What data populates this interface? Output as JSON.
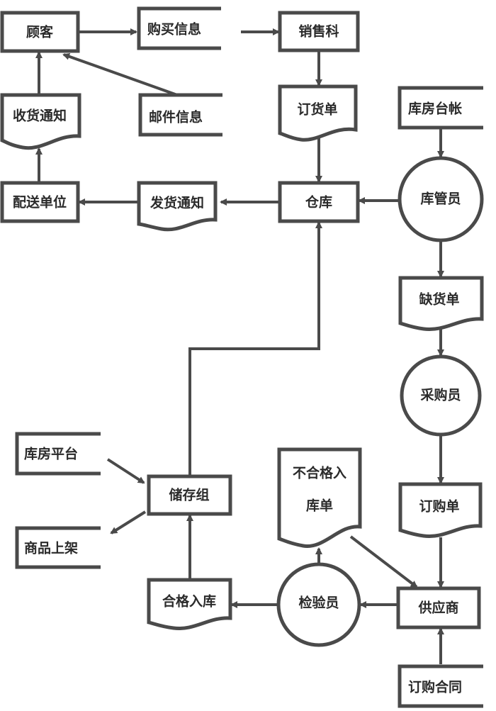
{
  "colors": {
    "stroke": "#4a4a4a",
    "text": "#2a2a2a",
    "background": "#ffffff"
  },
  "nodes": {
    "customer": "顾客",
    "purchase_info": "购买信息",
    "sales_dept": "销售科",
    "order_form": "订货单",
    "warehouse_ledger": "库房台帐",
    "receipt_notice": "收货通知",
    "mail_info": "邮件信息",
    "delivery_unit": "配送单位",
    "shipping_notice": "发货通知",
    "warehouse": "仓库",
    "warehouse_keeper": "库管员",
    "shortage_list": "缺货单",
    "purchaser": "采购员",
    "warehouse_platform": "库房平台",
    "storage_group": "储存组",
    "rejected_line1": "不合格入",
    "rejected_line2": "库单",
    "purchase_order": "订购单",
    "shelving": "商品上架",
    "qualified_storage": "合格入库",
    "inspector": "检验员",
    "supplier": "供应商",
    "purchase_contract": "订购合同"
  }
}
